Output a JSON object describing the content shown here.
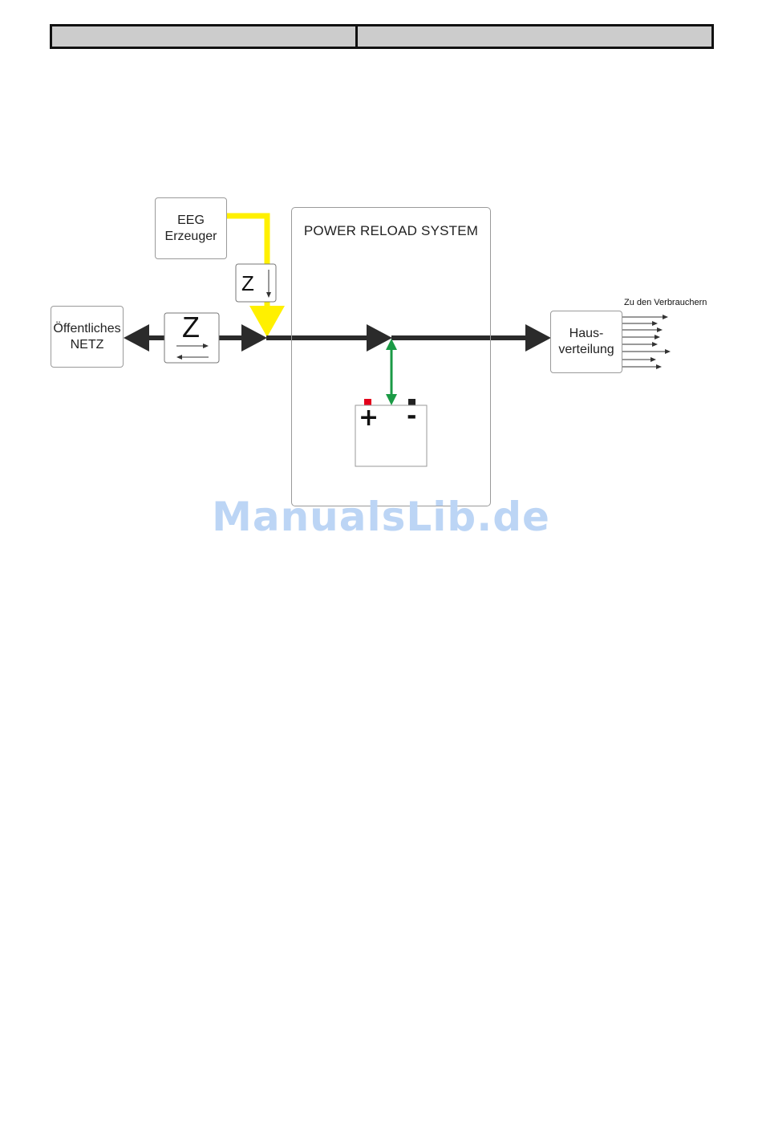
{
  "diagram": {
    "public_grid": {
      "line1": "Öffentliches",
      "line2": "NETZ"
    },
    "eeg_generator": {
      "line1": "EEG",
      "line2": "Erzeuger"
    },
    "bidirectional_meter": {
      "symbol": "Z"
    },
    "eeg_meter": {
      "symbol": "Z"
    },
    "system": {
      "title": "POWER RELOAD SYSTEM"
    },
    "battery": {
      "plus": "+",
      "minus": "-"
    },
    "house_distribution": {
      "line1": "Haus-",
      "line2": "verteilung"
    },
    "consumers": {
      "label": "Zu den Verbrauchern"
    }
  },
  "watermark": "ManualsLib.de",
  "colors": {
    "power_line": "#2b2b2b",
    "eeg_line": "#fff000",
    "battery_link": "#1a9a45",
    "battery_plus_terminal": "#e3001b",
    "battery_minus_terminal": "#222222",
    "header_fill": "#cccccc"
  }
}
